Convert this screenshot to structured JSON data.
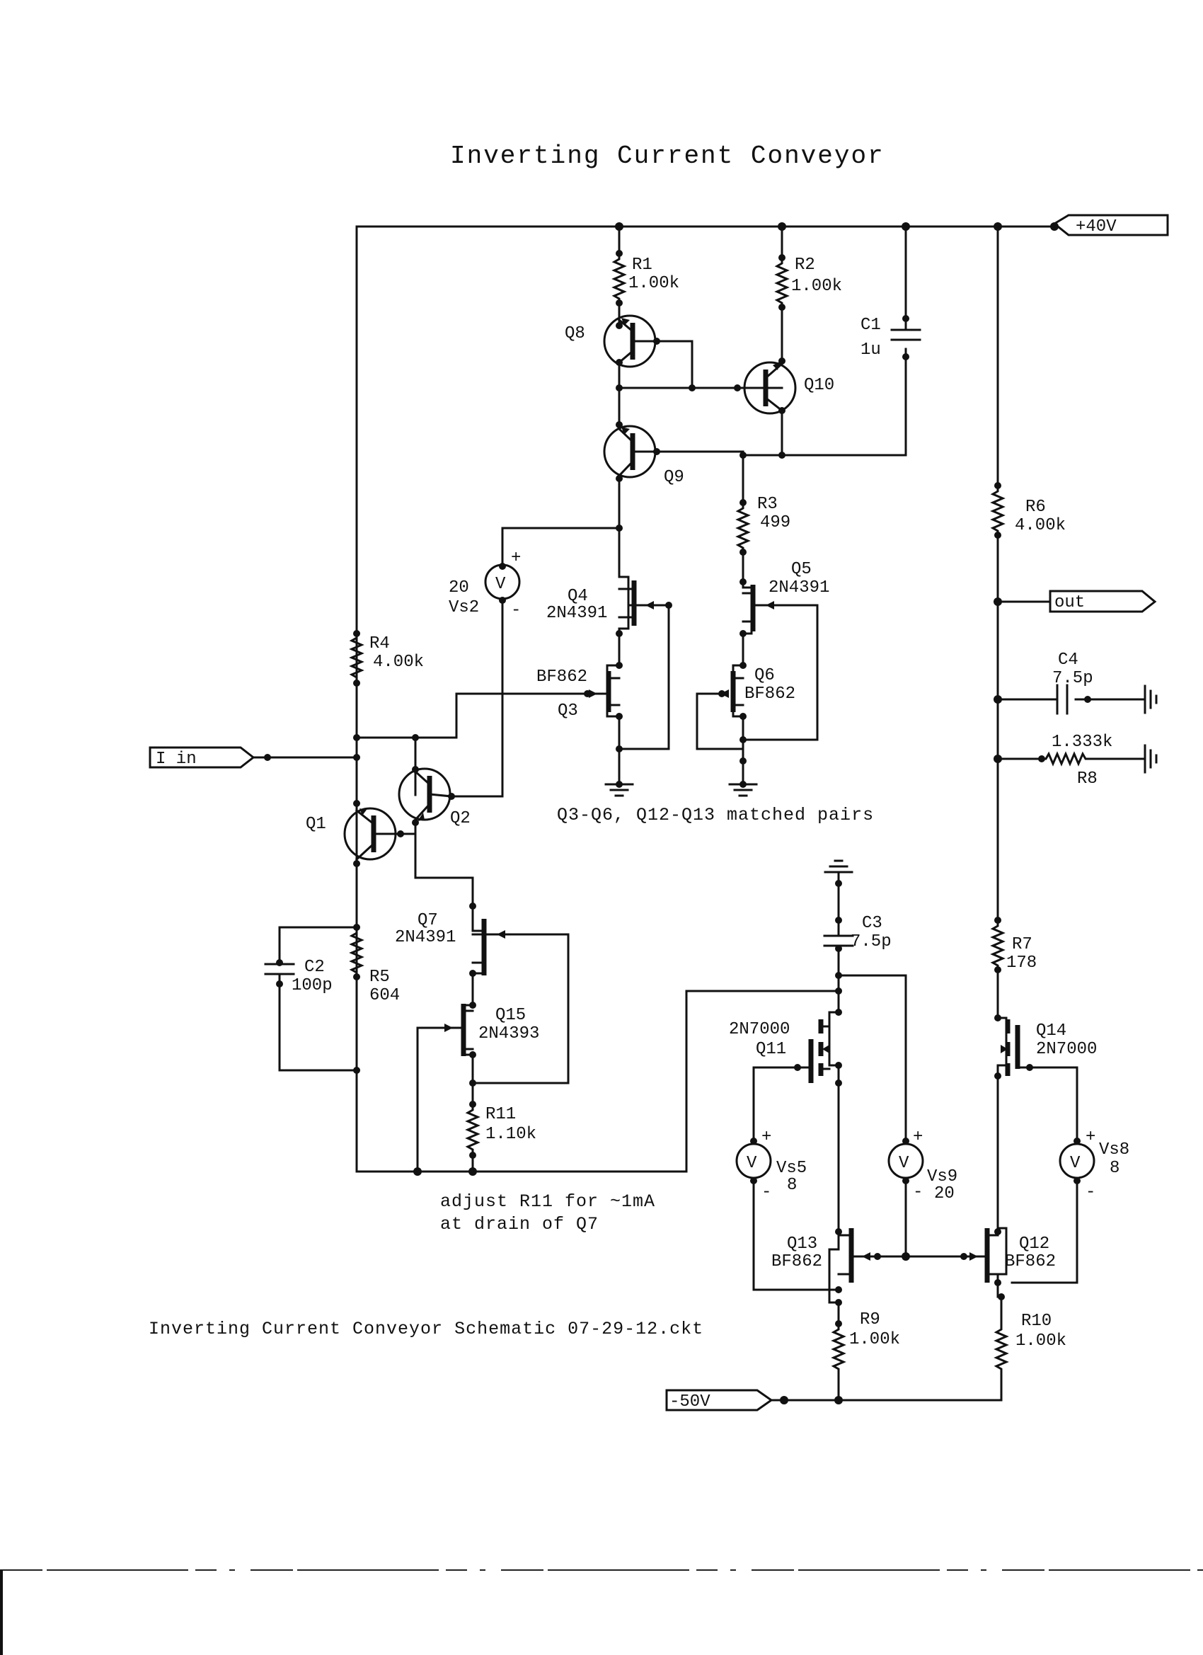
{
  "title": "Inverting Current Conveyor",
  "footer": "Inverting Current Conveyor Schematic 07-29-12.ckt",
  "ports": {
    "vplus": "+40V",
    "vminus": "-50V",
    "input": "I in",
    "output": "out"
  },
  "resistors": {
    "R1": {
      "name": "R1",
      "value": "1.00k"
    },
    "R2": {
      "name": "R2",
      "value": "1.00k"
    },
    "R3": {
      "name": "R3",
      "value": "499"
    },
    "R4": {
      "name": "R4",
      "value": "4.00k"
    },
    "R5": {
      "name": "R5",
      "value": "604"
    },
    "R6": {
      "name": "R6",
      "value": "4.00k"
    },
    "R7": {
      "name": "R7",
      "value": "178"
    },
    "R8": {
      "name": "R8",
      "value": "1.333k"
    },
    "R9": {
      "name": "R9",
      "value": "1.00k"
    },
    "R10": {
      "name": "R10",
      "value": "1.00k"
    },
    "R11": {
      "name": "R11",
      "value": "1.10k"
    }
  },
  "capacitors": {
    "C1": {
      "name": "C1",
      "value": "1u"
    },
    "C2": {
      "name": "C2",
      "value": "100p"
    },
    "C3": {
      "name": "C3",
      "value": "7.5p"
    },
    "C4": {
      "name": "C4",
      "value": "7.5p"
    }
  },
  "transistors": {
    "Q1": {
      "name": "Q1"
    },
    "Q2": {
      "name": "Q2"
    },
    "Q3": {
      "name": "Q3",
      "part": "BF862"
    },
    "Q4": {
      "name": "Q4",
      "part": "2N4391"
    },
    "Q5": {
      "name": "Q5",
      "part": "2N4391"
    },
    "Q6": {
      "name": "Q6",
      "part": "BF862"
    },
    "Q7": {
      "name": "Q7",
      "part": "2N4391"
    },
    "Q8": {
      "name": "Q8"
    },
    "Q9": {
      "name": "Q9"
    },
    "Q10": {
      "name": "Q10"
    },
    "Q11": {
      "name": "Q11",
      "part": "2N7000"
    },
    "Q12": {
      "name": "Q12",
      "part": "BF862"
    },
    "Q13": {
      "name": "Q13",
      "part": "BF862"
    },
    "Q14": {
      "name": "Q14",
      "part": "2N7000"
    },
    "Q15": {
      "name": "Q15",
      "part": "2N4393"
    }
  },
  "sources": {
    "Vs2": {
      "name": "Vs2",
      "value": "20"
    },
    "Vs5": {
      "name": "Vs5",
      "value": "8"
    },
    "Vs8": {
      "name": "Vs8",
      "value": "8"
    },
    "Vs9": {
      "name": "Vs9",
      "value": "20"
    },
    "symbol": "V",
    "plus": "+",
    "minus": "-"
  },
  "notes": {
    "matched": "Q3-Q6, Q12-Q13 matched pairs",
    "adjust_line1": "adjust R11 for ~1mA",
    "adjust_line2": "at drain of Q7"
  }
}
